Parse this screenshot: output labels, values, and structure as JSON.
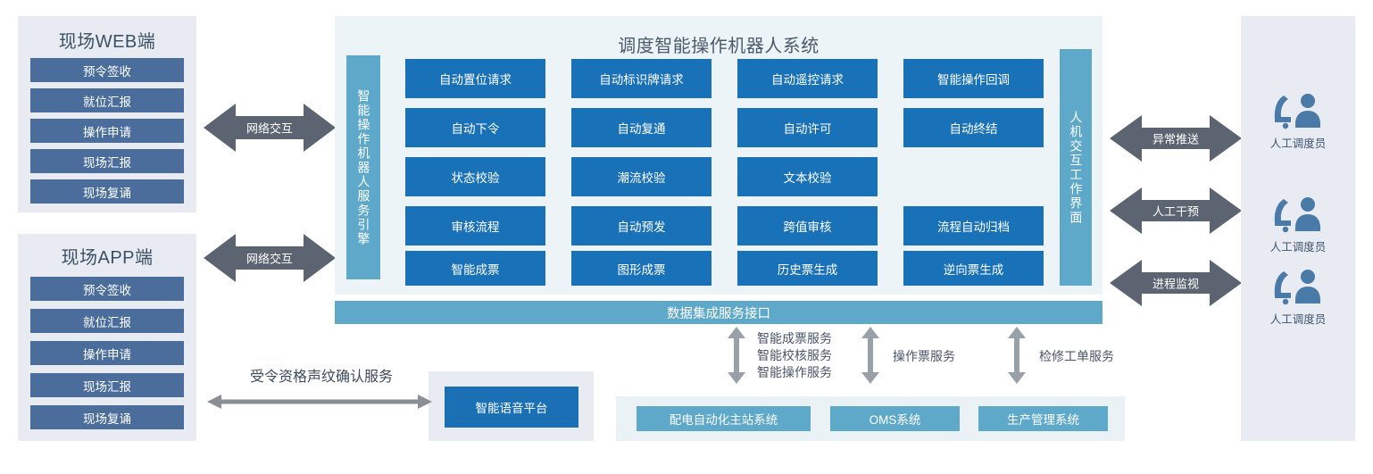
{
  "clients": [
    {
      "title": "现场WEB端",
      "items": [
        "预令签收",
        "就位汇报",
        "操作申请",
        "现场汇报",
        "现场复诵"
      ],
      "link_label": "网络交互"
    },
    {
      "title": "现场APP端",
      "items": [
        "预令签收",
        "就位汇报",
        "操作申请",
        "现场汇报",
        "现场复诵"
      ],
      "link_label": "网络交互"
    }
  ],
  "main": {
    "title": "调度智能操作机器人系统",
    "left_bar": "智能操作机器人服务引擎",
    "right_bar": "人机交互工作界面",
    "grid": [
      [
        "自动置位请求",
        "自动标识牌请求",
        "自动遥控请求",
        "智能操作回调"
      ],
      [
        "自动下令",
        "自动复通",
        "自动许可",
        "自动终结"
      ],
      [
        "状态校验",
        "潮流校验",
        "文本校验",
        ""
      ],
      [
        "审核流程",
        "自动预发",
        "跨值审核",
        "流程自动归档"
      ],
      [
        "智能成票",
        "图形成票",
        "历史票生成",
        "逆向票生成"
      ]
    ]
  },
  "integration_bar": "数据集成服务接口",
  "operators": {
    "arrows": [
      "异常推送",
      "人工干预",
      "进程监视"
    ],
    "labels": [
      "人工调度员",
      "人工调度员",
      "人工调度员"
    ],
    "icon_name": "operator-console-icon"
  },
  "voice": {
    "service_label": "受令资格声纹确认服务",
    "platform_label": "智能语音平台"
  },
  "service_links": [
    "智能成票服务\n智能校核服务\n智能操作服务",
    "操作票服务",
    "检修工单服务"
  ],
  "external_systems": [
    "配电自动化主站系统",
    "OMS系统",
    "生产管理系统"
  ],
  "colors": {
    "client_box": "#4A6D9C",
    "client_bg": "#E8EBF2",
    "main_bg": "#EDF4F8",
    "feature_blue": "#1971B8",
    "teal": "#5EA9CA",
    "arrow_gray": "#5B6470",
    "thin_arrow_gray": "#9AA0A8"
  }
}
